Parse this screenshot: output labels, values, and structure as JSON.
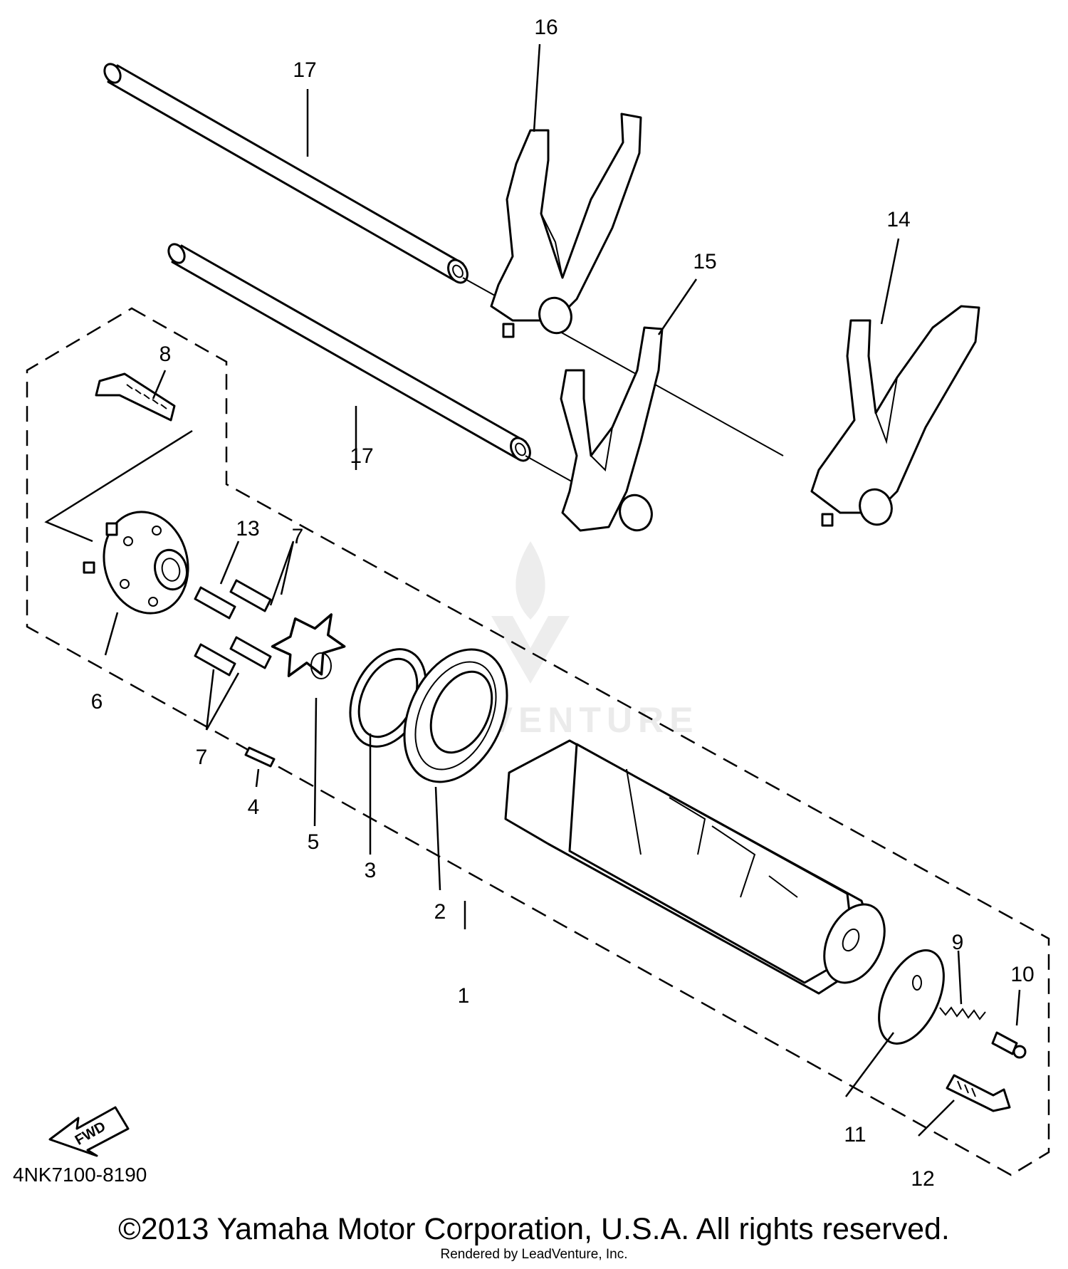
{
  "diagram": {
    "part_labels": [
      "1",
      "2",
      "3",
      "4",
      "5",
      "6",
      "7",
      "7",
      "8",
      "9",
      "10",
      "11",
      "12",
      "13",
      "14",
      "15",
      "16",
      "17",
      "17"
    ],
    "fwd_arrow_text": "FWD",
    "watermark_text": "LEADVENTURE"
  },
  "footer": {
    "diagram_code": "4NK7100-8190",
    "copyright": "©2013 Yamaha Motor Corporation, U.S.A. All rights reserved.",
    "rendered_by": "Rendered by LeadVenture, Inc."
  }
}
